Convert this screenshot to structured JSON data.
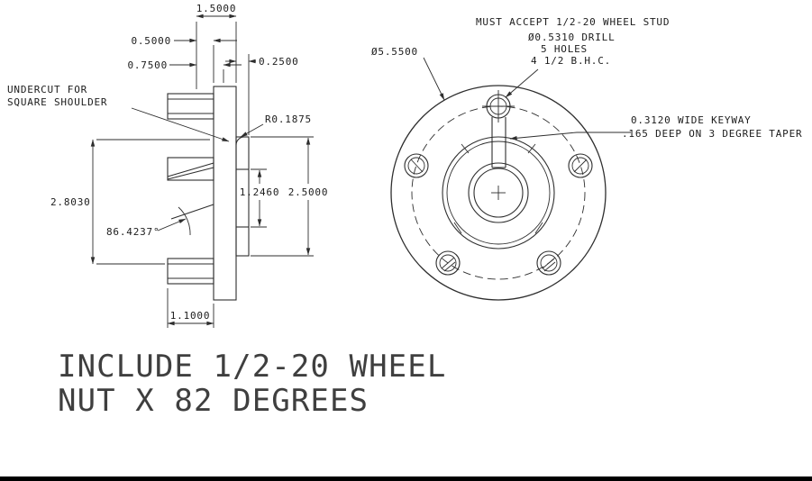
{
  "colors": {
    "line": "#2e2e2e",
    "text": "#1c1c1c",
    "footer_text": "#3f3f3f",
    "background": "#ffffff"
  },
  "side_view": {
    "dim_total_width": "1.5000",
    "dim_half_width": "0.5000",
    "dim_three_quarter": "0.7500",
    "dim_quarter": "0.2500",
    "note_undercut_line1": "UNDERCUT FOR",
    "note_undercut_line2": "SQUARE SHOULDER",
    "dim_fillet_radius": "R0.1875",
    "dim_flange_height": "2.8030",
    "dim_bore": "1.2460",
    "dim_hub_od": "2.5000",
    "dim_taper_angle": "86.4237°",
    "dim_hub_length": "1.1000"
  },
  "front_view": {
    "note_stud": "MUST ACCEPT 1/2-20 WHEEL STUD",
    "note_drill": "Ø0.5310 DRILL",
    "note_holes": "5 HOLES",
    "note_bolt_circle": "4 1/2 B.H.C.",
    "dim_outer_diameter": "Ø5.5500",
    "note_keyway_line1": "0.3120 WIDE KEYWAY",
    "note_keyway_line2": ".165 DEEP ON 3 DEGREE TAPER"
  },
  "footer": {
    "line1": "INCLUDE 1/2-20 WHEEL",
    "line2": "NUT X 82 DEGREES"
  }
}
